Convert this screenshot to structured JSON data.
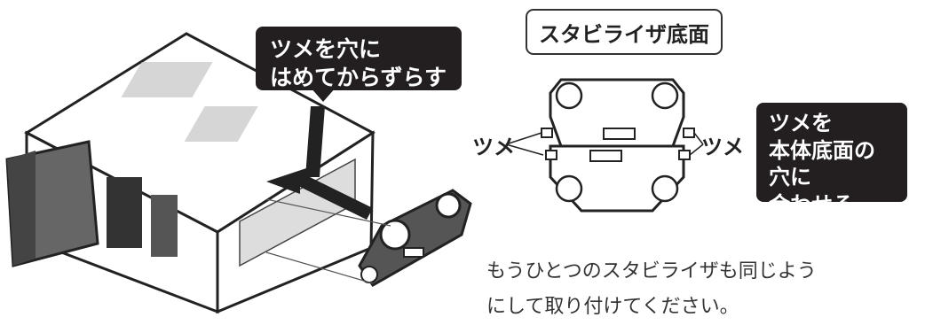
{
  "callout_left": {
    "line1": "ツメを穴に",
    "line2": "はめてからずらす"
  },
  "stabilizer_label": "スタビライザ底面",
  "tsume_left": "ツメ",
  "tsume_right": "ツメ",
  "callout_right": {
    "line1": "ツメを",
    "line2": "本体底面の穴に",
    "line3": "合わせる"
  },
  "note": {
    "line1": "もうひとつのスタビライザも同じよう",
    "line2": "にして取り付けてください。"
  }
}
